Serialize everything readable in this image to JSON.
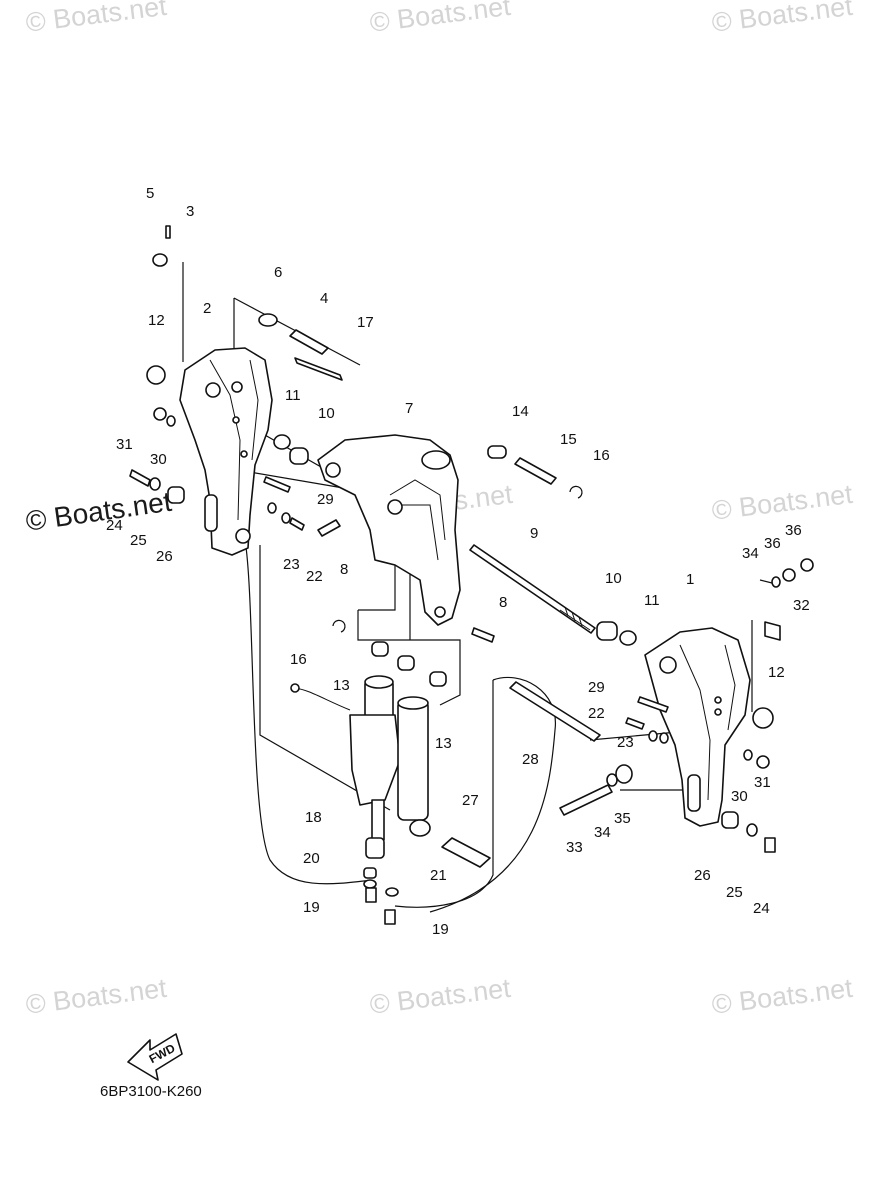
{
  "watermark_text": "© Boats.net",
  "diagram_code": "6BP3100-K260",
  "fwd_label": "FWD",
  "callouts": [
    "5",
    "3",
    "6",
    "4",
    "17",
    "12",
    "2",
    "11",
    "10",
    "7",
    "14",
    "15",
    "16",
    "31",
    "30",
    "29",
    "24",
    "25",
    "26",
    "23",
    "22",
    "8",
    "9",
    "10",
    "11",
    "1",
    "34",
    "36",
    "36",
    "32",
    "16",
    "13",
    "13",
    "8",
    "29",
    "12",
    "22",
    "23",
    "28",
    "27",
    "30",
    "31",
    "33",
    "34",
    "35",
    "18",
    "20",
    "19",
    "21",
    "19",
    "26",
    "25",
    "24"
  ]
}
